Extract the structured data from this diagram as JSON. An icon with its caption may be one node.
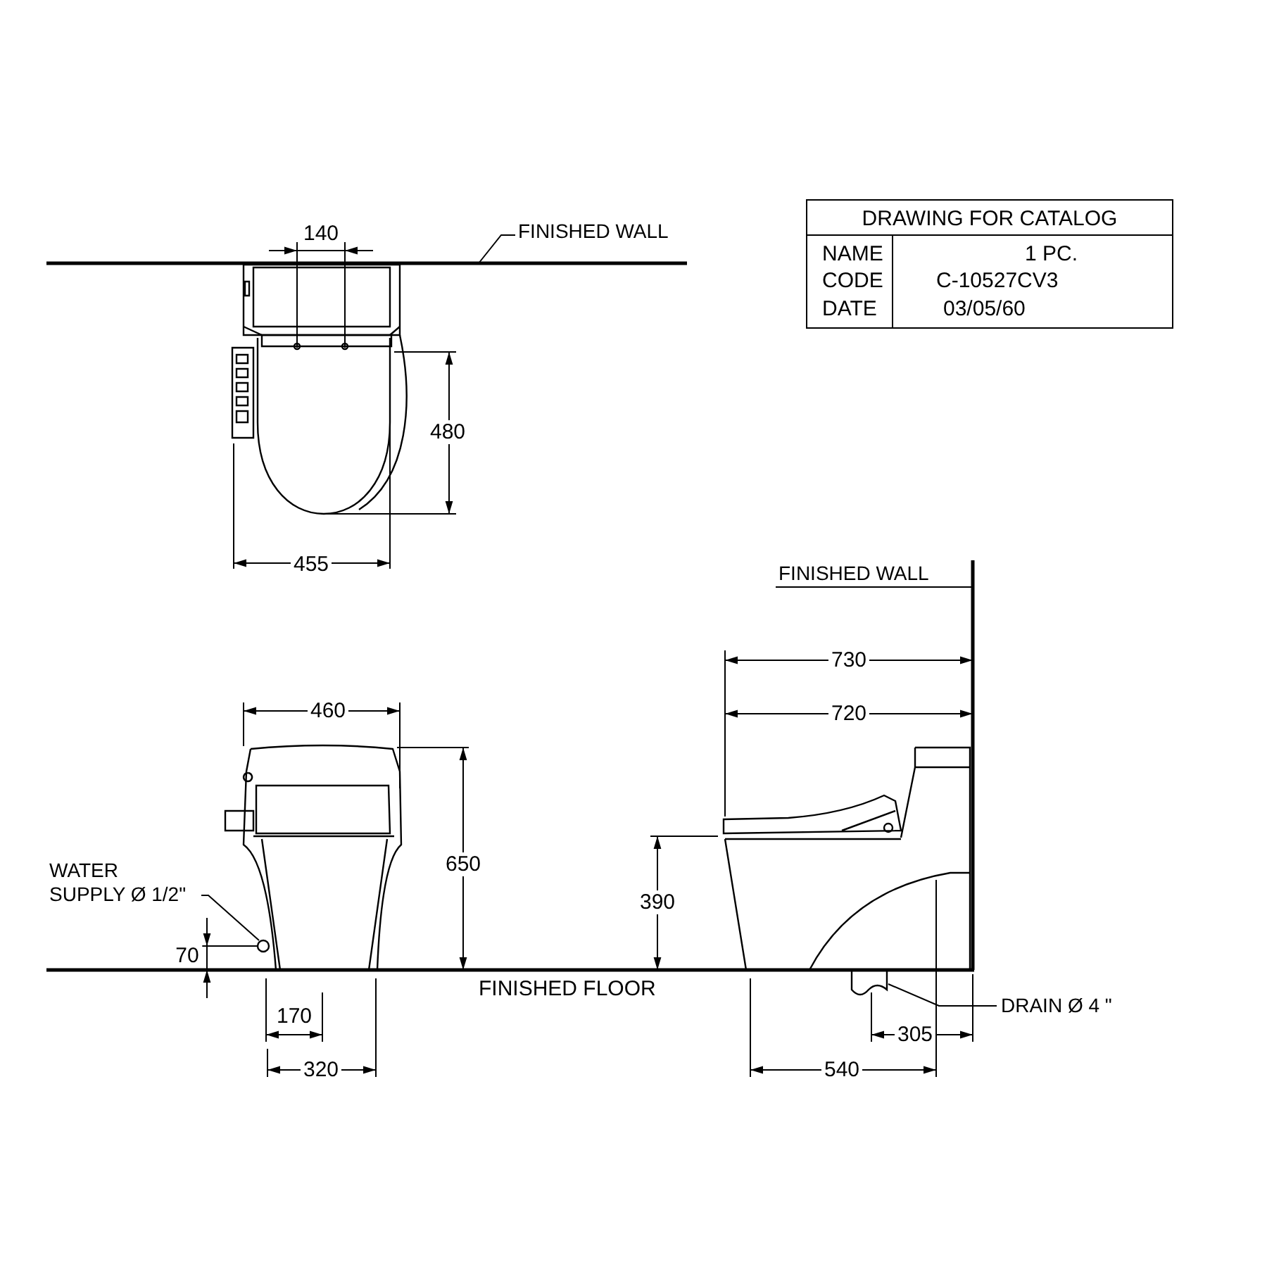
{
  "diagram": {
    "nodes": [
      {
        "text": [
          "FINISHED WALL"
        ]
      },
      {
        "text": [
          "WATER SUPPLY Ø 1/2\""
        ]
      },
      {
        "text": [
          "FINISHED WALL"
        ]
      },
      {
        "text": [
          "DRAIN Ø 4 \""
        ]
      }
    ],
    "edges": [
      {
        "from": 0,
        "to": null,
        "arrow": "none"
      },
      {
        "from": 1,
        "to": null,
        "arrow": "none"
      },
      {
        "from": 2,
        "to": null,
        "arrow": "none"
      },
      {
        "from": 3,
        "to": null,
        "arrow": "none"
      }
    ],
    "labels": [
      "DRAWING FOR CATALOG",
      "NAME",
      "1 PC.",
      "CODE",
      "C-10527CV3",
      "DATE",
      "03/05/60",
      "140",
      "480",
      "455",
      "730",
      "460",
      "720",
      "650",
      "390",
      "70",
      "FINISHED FLOOR",
      "170",
      "305",
      "320",
      "540"
    ]
  }
}
